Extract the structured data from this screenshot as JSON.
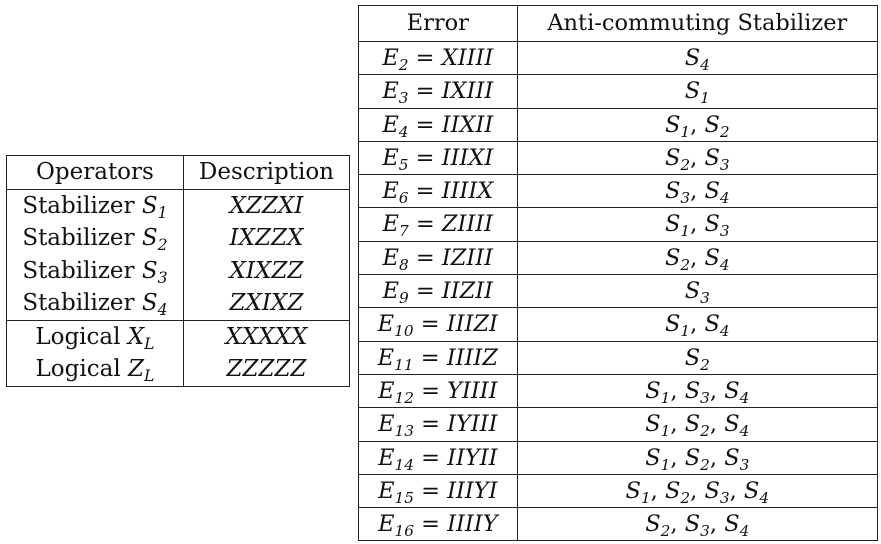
{
  "operators_table": {
    "headers": {
      "operators": "Operators",
      "description": "Description"
    },
    "stabilizers": [
      {
        "label": "Stabilizer",
        "symbol": "S",
        "sub": "1",
        "description": "XZZXI"
      },
      {
        "label": "Stabilizer",
        "symbol": "S",
        "sub": "2",
        "description": "IXZZX"
      },
      {
        "label": "Stabilizer",
        "symbol": "S",
        "sub": "3",
        "description": "XIXZZ"
      },
      {
        "label": "Stabilizer",
        "symbol": "S",
        "sub": "4",
        "description": "ZXIXZ"
      }
    ],
    "logicals": [
      {
        "label": "Logical",
        "symbol": "X",
        "sub": "L",
        "description": "XXXXX"
      },
      {
        "label": "Logical",
        "symbol": "Z",
        "sub": "L",
        "description": "ZZZZZ"
      }
    ]
  },
  "error_table": {
    "headers": {
      "error": "Error",
      "stabilizer": "Anti-commuting Stabilizer"
    },
    "rows": [
      {
        "sub": "2",
        "pauli": "XIIII",
        "stabs": [
          "4"
        ]
      },
      {
        "sub": "3",
        "pauli": "IXIII",
        "stabs": [
          "1"
        ]
      },
      {
        "sub": "4",
        "pauli": "IIXII",
        "stabs": [
          "1",
          "2"
        ]
      },
      {
        "sub": "5",
        "pauli": "IIIXI",
        "stabs": [
          "2",
          "3"
        ]
      },
      {
        "sub": "6",
        "pauli": "IIIIX",
        "stabs": [
          "3",
          "4"
        ]
      },
      {
        "sub": "7",
        "pauli": "ZIIII",
        "stabs": [
          "1",
          "3"
        ]
      },
      {
        "sub": "8",
        "pauli": "IZIII",
        "stabs": [
          "2",
          "4"
        ]
      },
      {
        "sub": "9",
        "pauli": "IIZII",
        "stabs": [
          "3"
        ]
      },
      {
        "sub": "10",
        "pauli": "IIIZI",
        "stabs": [
          "1",
          "4"
        ]
      },
      {
        "sub": "11",
        "pauli": "IIIIZ",
        "stabs": [
          "2"
        ]
      },
      {
        "sub": "12",
        "pauli": "YIIII",
        "stabs": [
          "1",
          "3",
          "4"
        ]
      },
      {
        "sub": "13",
        "pauli": "IYIII",
        "stabs": [
          "1",
          "2",
          "4"
        ]
      },
      {
        "sub": "14",
        "pauli": "IIYII",
        "stabs": [
          "1",
          "2",
          "3"
        ]
      },
      {
        "sub": "15",
        "pauli": "IIIYI",
        "stabs": [
          "1",
          "2",
          "3",
          "4"
        ]
      },
      {
        "sub": "16",
        "pauli": "IIIIY",
        "stabs": [
          "2",
          "3",
          "4"
        ]
      }
    ]
  }
}
